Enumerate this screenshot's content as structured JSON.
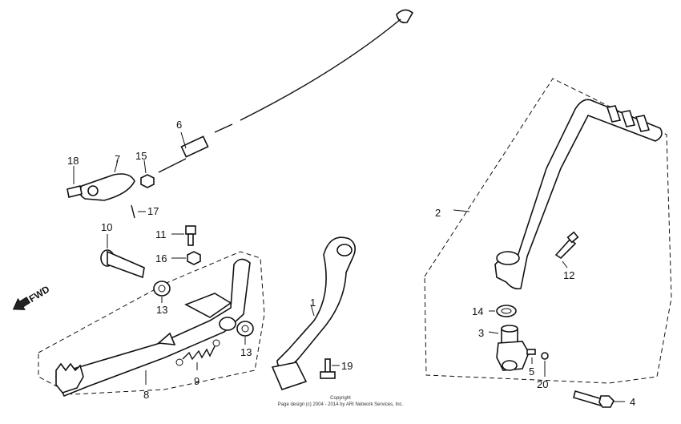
{
  "labels": {
    "l1": "1",
    "l2": "2",
    "l3": "3",
    "l4": "4",
    "l5": "5",
    "l6": "6",
    "l7": "7",
    "l8": "8",
    "l9": "9",
    "l10": "10",
    "l11": "11",
    "l12": "12",
    "l13a": "13",
    "l13b": "13",
    "l14": "14",
    "l15": "15",
    "l16": "16",
    "l17": "17",
    "l18": "18",
    "l19": "19",
    "l20": "20"
  },
  "fwd": "FWD",
  "copyright": {
    "line1": "Copyright",
    "line2": "Page design (c) 2004 - 2014 by ARI Network Services, Inc."
  }
}
